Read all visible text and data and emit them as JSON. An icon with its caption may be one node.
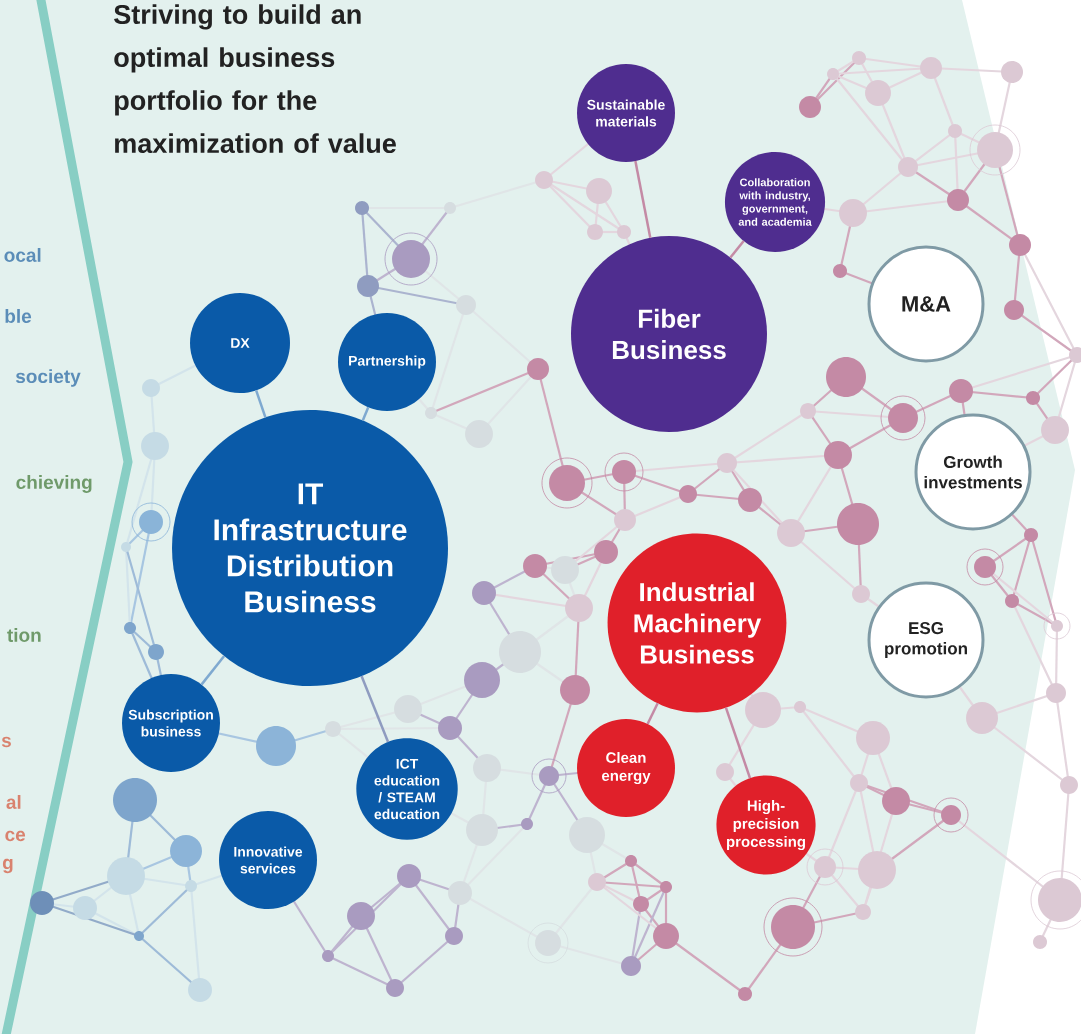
{
  "diagram": {
    "title": "Striving to build an optimal business portfolio for the maximization of value",
    "nodes": [
      {
        "text": [
          "IT Infrastructure Distribution Business"
        ]
      },
      {
        "text": [
          "DX"
        ]
      },
      {
        "text": [
          "Partnership"
        ]
      },
      {
        "text": [
          "Subscription business"
        ]
      },
      {
        "text": [
          "Innovative services"
        ]
      },
      {
        "text": [
          "ICT education / STEAM education"
        ]
      },
      {
        "text": [
          "Fiber Business"
        ]
      },
      {
        "text": [
          "Sustainable materials"
        ]
      },
      {
        "text": [
          "Collaboration with industry, government, and academia"
        ]
      },
      {
        "text": [
          "Industrial Machinery Business"
        ]
      },
      {
        "text": [
          "Clean energy"
        ]
      },
      {
        "text": [
          "High-precision processing"
        ]
      },
      {
        "text": [
          "M&A"
        ]
      },
      {
        "text": [
          "Growth investments"
        ]
      },
      {
        "text": [
          "ESG promotion"
        ]
      }
    ],
    "edges": [
      {
        "from": 0,
        "to": 1,
        "arrow": "none",
        "color": "#7fa9d0"
      },
      {
        "from": 0,
        "to": 2,
        "arrow": "none",
        "color": "#7fa9d0"
      },
      {
        "from": 0,
        "to": 3,
        "arrow": "none",
        "color": "#7fa9d0"
      },
      {
        "from": 0,
        "to": 5,
        "arrow": "none",
        "color": "#8f9cc0"
      },
      {
        "from": 6,
        "to": 7,
        "arrow": "none",
        "color": "#c48aa5"
      },
      {
        "from": 6,
        "to": 8,
        "arrow": "none",
        "color": "#c48aa5"
      },
      {
        "from": 9,
        "to": 10,
        "arrow": "none",
        "color": "#c48aa5"
      },
      {
        "from": 9,
        "to": 11,
        "arrow": "none",
        "color": "#c48aa5"
      }
    ],
    "labels": [
      "ocal",
      "ble",
      "society",
      "chieving",
      "tion",
      "s",
      "al",
      "ce",
      "g"
    ]
  }
}
